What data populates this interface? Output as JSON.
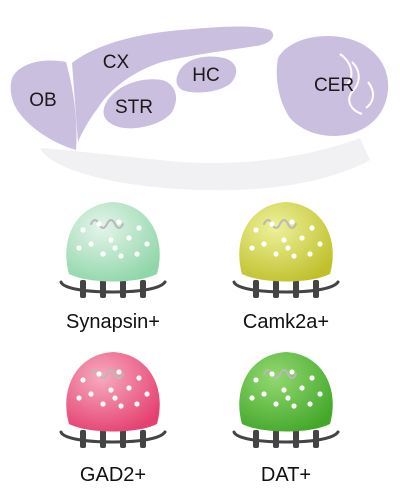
{
  "brain": {
    "fill_color": "#cbbfe0",
    "shadow_color": "#f1f1f3",
    "regions": {
      "ob": "OB",
      "cx": "CX",
      "str": "STR",
      "hc": "HC",
      "cer": "CER"
    }
  },
  "synaptosomes": [
    {
      "label": "Synapsin+",
      "color_light": "#e4f4ea",
      "color_dark": "#8fd6a9"
    },
    {
      "label": "Camk2a+",
      "color_light": "#eef19a",
      "color_dark": "#bfc02a"
    },
    {
      "label": "GAD2+",
      "color_light": "#f7aac0",
      "color_dark": "#e5406f"
    },
    {
      "label": "DAT+",
      "color_light": "#92d870",
      "color_dark": "#43a82a"
    }
  ],
  "membrane": {
    "color": "#444444",
    "wave_color": "#b9b9b9"
  }
}
